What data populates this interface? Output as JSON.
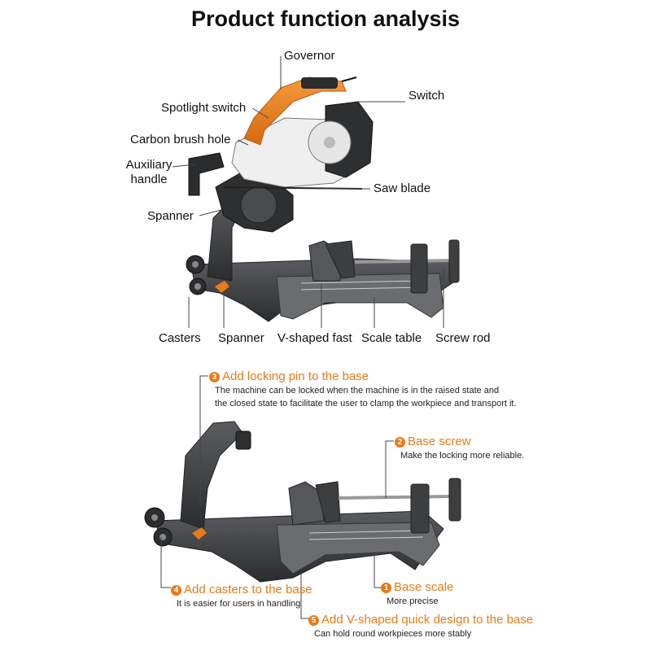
{
  "title": "Product function analysis",
  "top_labels": {
    "governor": "Governor",
    "switch": "Switch",
    "spotlight_switch": "Spotlight switch",
    "carbon_brush_hole": "Carbon brush hole",
    "auxiliary_handle_1": "Auxiliary",
    "auxiliary_handle_2": "handle",
    "saw_blade": "Saw blade",
    "spanner_top": "Spanner",
    "casters": "Casters",
    "spanner_bottom": "Spanner",
    "v_shaped_fast": "V-shaped fast",
    "scale_table": "Scale table",
    "screw_rod": "Screw rod"
  },
  "features": [
    {
      "num": "3",
      "heading": "Add locking pin to the base",
      "desc": [
        "The machine can be locked when the machine is in the raised state and",
        "the closed state to facilitate the user to clamp the workpiece and transport it."
      ]
    },
    {
      "num": "2",
      "heading": "Base screw",
      "desc": [
        "Make the locking more reliable."
      ]
    },
    {
      "num": "4",
      "heading": "Add casters to the base",
      "desc": [
        "It is easier for users in handling"
      ]
    },
    {
      "num": "1",
      "heading": "Base scale",
      "desc": [
        "More precise"
      ]
    },
    {
      "num": "5",
      "heading": "Add V-shaped quick design to the base",
      "desc": [
        "Can hold round workpieces more stably"
      ]
    }
  ],
  "colors": {
    "accent": "#e87a18",
    "machine_dark": "#3a3b3d",
    "machine_light": "#eeeeee"
  }
}
